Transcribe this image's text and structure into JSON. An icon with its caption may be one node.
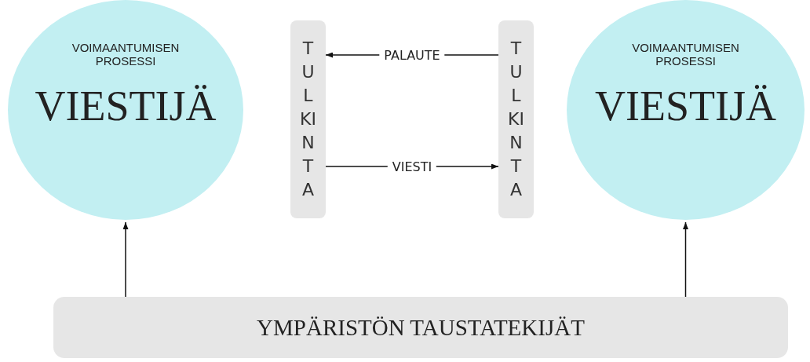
{
  "diagram": {
    "nodes": [
      {
        "text": [
          "VOIMAANTUMISEN PROSESSI",
          "VIESTIJÄ"
        ]
      },
      {
        "text": [
          "TULKINTA"
        ]
      },
      {
        "text": [
          "TULKINTA"
        ]
      },
      {
        "text": [
          "VOIMAANTUMISEN PROSESSI",
          "VIESTIJÄ"
        ]
      },
      {
        "text": [
          "YMPÄRISTÖN TAUSTATEKIJÄT"
        ]
      }
    ],
    "edges": [
      {
        "from": 2,
        "to": 1,
        "arrow": "to",
        "label": "PALAUTE"
      },
      {
        "from": 1,
        "to": 2,
        "arrow": "to",
        "label": "VIESTI"
      },
      {
        "from": 4,
        "to": 0,
        "arrow": "to"
      },
      {
        "from": 4,
        "to": 3,
        "arrow": "to"
      }
    ]
  }
}
